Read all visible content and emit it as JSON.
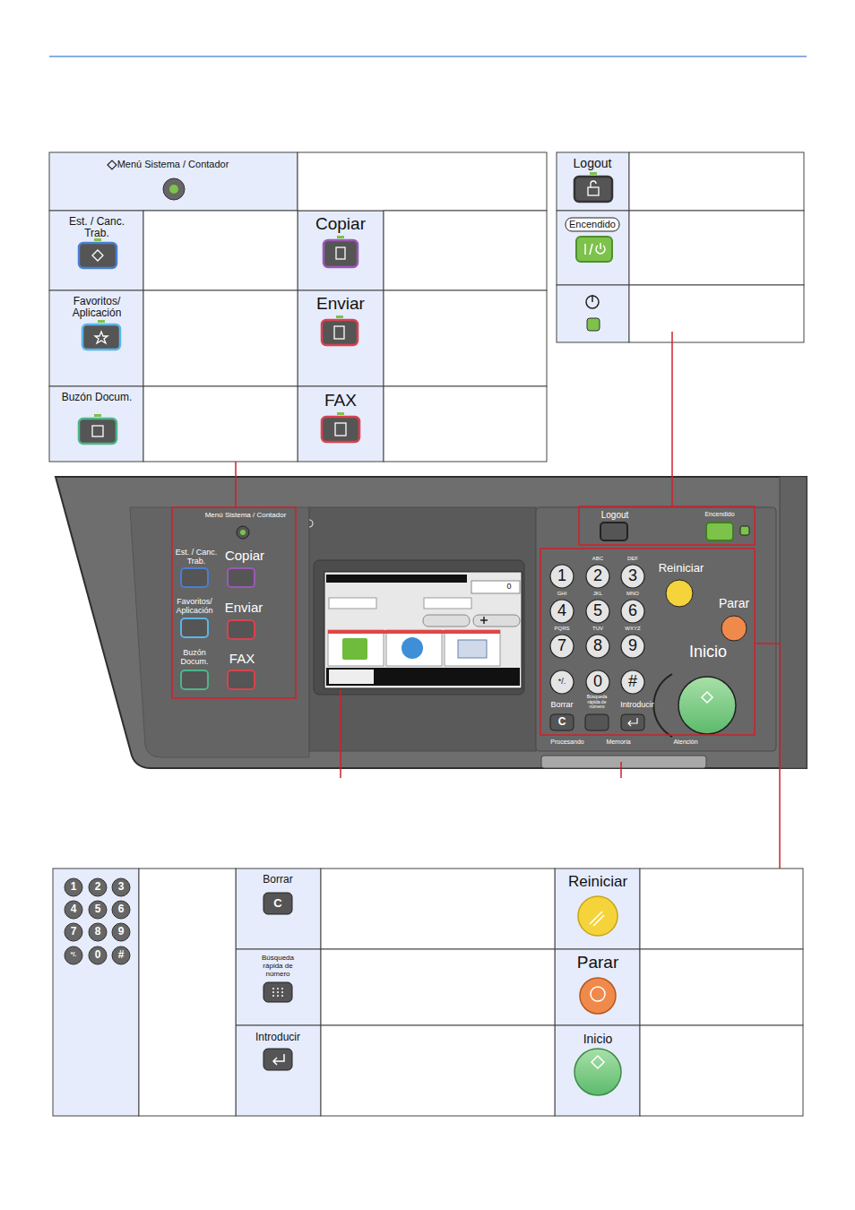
{
  "diagram": {
    "nodes": [
      {
        "text": [
          "Menú Sistema / Contador"
        ]
      },
      {
        "text": [
          "Est. / Canc. Trab."
        ]
      },
      {
        "text": [
          "Copiar"
        ]
      },
      {
        "text": [
          "Favoritos/ Aplicación"
        ]
      },
      {
        "text": [
          "Enviar"
        ]
      },
      {
        "text": [
          "Buzón Docum."
        ]
      },
      {
        "text": [
          "FAX"
        ]
      },
      {
        "text": [
          "Logout"
        ]
      },
      {
        "text": [
          "Encendido"
        ]
      },
      {
        "text": [
          "1",
          "2",
          "3",
          "4",
          "5",
          "6",
          "7",
          "8",
          "9",
          "*/.",
          "0",
          "#"
        ]
      },
      {
        "text": [
          "Borrar",
          "C"
        ]
      },
      {
        "text": [
          "Búsqueda rápida de número"
        ]
      },
      {
        "text": [
          "Introducir"
        ]
      },
      {
        "text": [
          "Reiniciar"
        ]
      },
      {
        "text": [
          "Parar"
        ]
      },
      {
        "text": [
          "Inicio"
        ]
      }
    ],
    "labels": [
      "Menú Sistema / Contador",
      "Est. / Canc. Trab.",
      "Copiar",
      "Favoritos/ Aplicación",
      "Enviar",
      "Buzón Docum.",
      "FAX",
      "0",
      "Logout",
      "Encendido",
      "ABC",
      "DEF",
      "GHI",
      "JKL",
      "MNO",
      "PQRS",
      "TUV",
      "WXYZ",
      "1",
      "2",
      "3",
      "4",
      "5",
      "6",
      "7",
      "8",
      "9",
      "*/.",
      "0",
      "#",
      "Reiniciar",
      "Parar",
      "Inicio",
      "Borrar",
      "Búsqueda rápida de número",
      "Introducir",
      "C",
      "Procesando",
      "Memoria",
      "Atención"
    ]
  }
}
